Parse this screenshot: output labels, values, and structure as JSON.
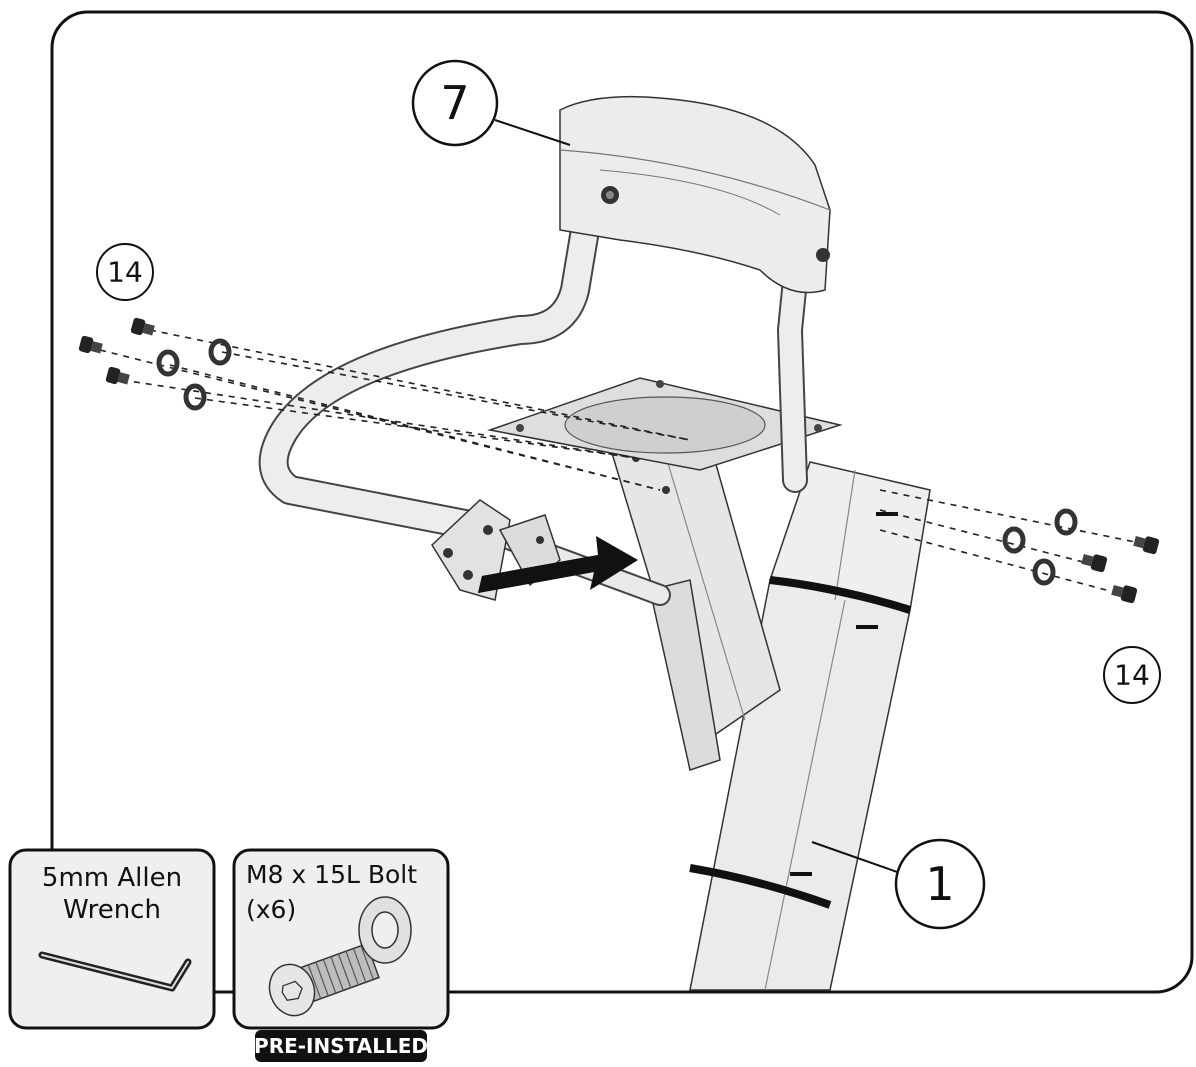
{
  "callouts": {
    "seat": "7",
    "hardware_left": "14",
    "hardware_right": "14",
    "frame": "1"
  },
  "tools": {
    "wrench": {
      "line1": "5mm Allen",
      "line2": "Wrench"
    },
    "bolt": {
      "line1": "M8 x 15L Bolt",
      "line2": "(x6)",
      "badge": "PRE-INSTALLED"
    }
  },
  "colors": {
    "line": "#111111",
    "part_fill": "#e9e9e9",
    "panel_fill": "#eeeeee",
    "badge_fill": "#111111"
  }
}
